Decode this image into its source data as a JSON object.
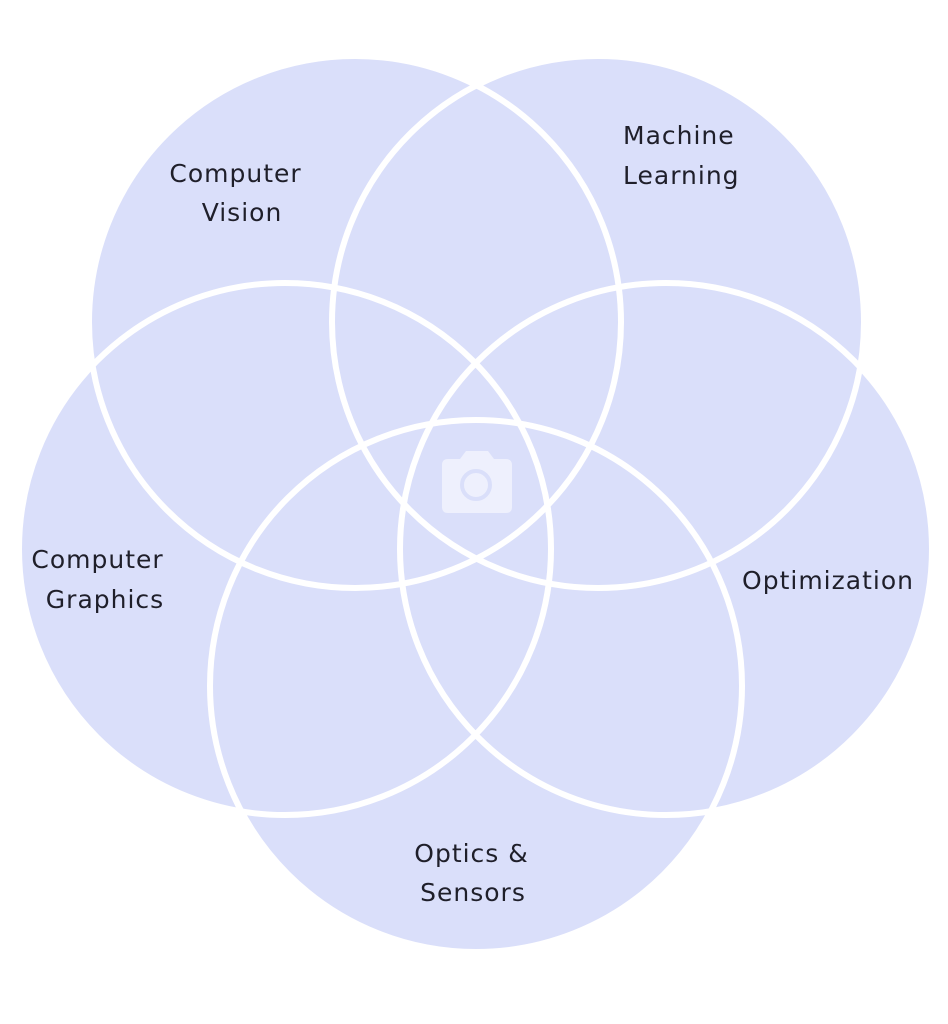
{
  "colors": {
    "circle_fill": "#dadffa",
    "circle_stroke": "#ffffff",
    "label_text": "#1f1f2a",
    "icon_fill": "#eef0fd",
    "background": "#ffffff"
  },
  "diagram": {
    "type": "venn",
    "center_icon": "camera-icon",
    "sets": [
      {
        "id": "computer-vision",
        "label_lines": [
          "Computer",
          "Vision"
        ]
      },
      {
        "id": "machine-learning",
        "label_lines": [
          "Machine",
          "Learning"
        ]
      },
      {
        "id": "computer-graphics",
        "label_lines": [
          "Computer",
          "Graphics"
        ]
      },
      {
        "id": "optimization",
        "label_lines": [
          "Optimization"
        ]
      },
      {
        "id": "optics-sensors",
        "label_lines": [
          "Optics &",
          "Sensors"
        ]
      }
    ]
  }
}
